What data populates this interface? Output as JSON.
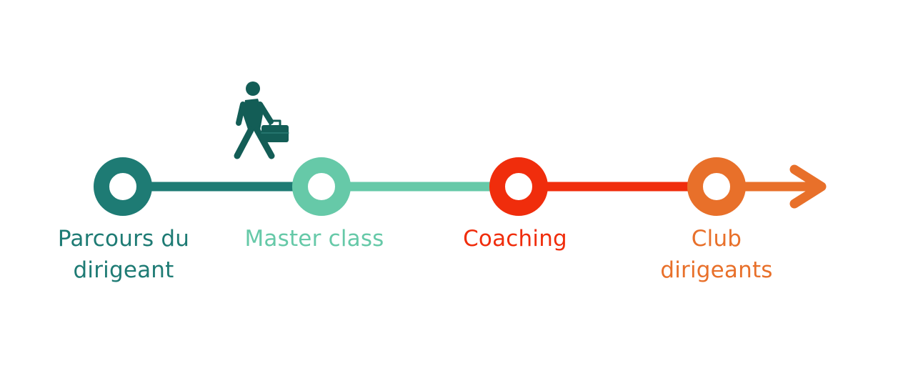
{
  "steps": [
    {
      "line1": "Parcours du",
      "line2": "dirigeant",
      "color": "#1e7b74"
    },
    {
      "line1": "Master class",
      "line2": "",
      "color": "#66c9a8"
    },
    {
      "line1": "Coaching",
      "line2": "",
      "color": "#f02d0c"
    },
    {
      "line1": "Club",
      "line2": "dirigeants",
      "color": "#e8702a"
    }
  ],
  "walker": {
    "icon": "businessman-walking-icon",
    "color": "#135d56",
    "position_note": "between step 1 and step 2"
  }
}
